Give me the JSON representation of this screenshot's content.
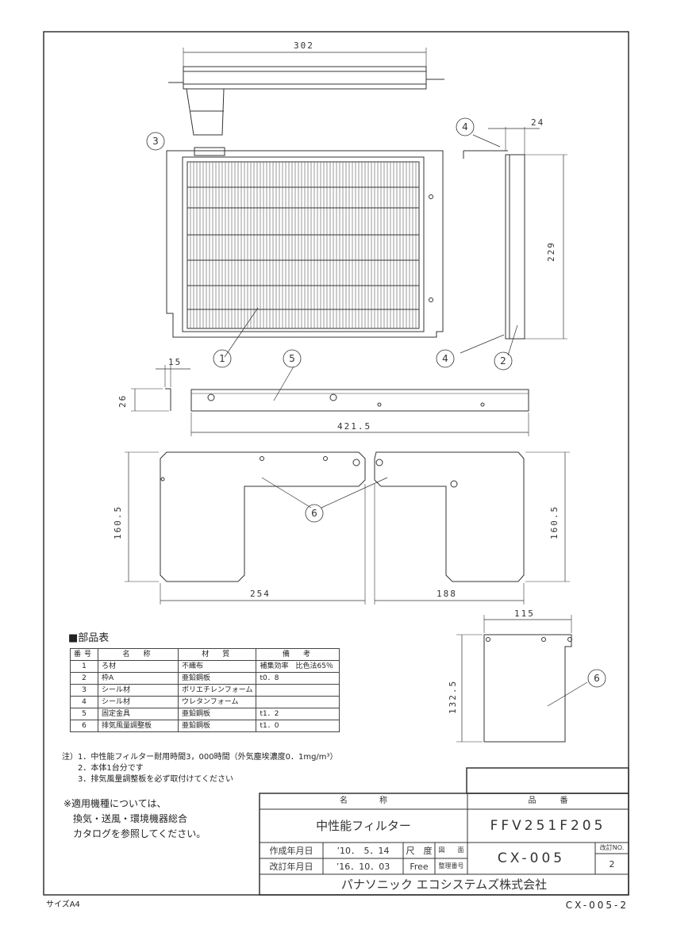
{
  "dimensions": {
    "top_width": "302",
    "side_depth": "24",
    "side_height": "229",
    "bracket_width": "15",
    "bracket_height": "26",
    "bar_length": "421.5",
    "left_plate_height": "160.5",
    "left_plate_width": "254",
    "right_plate_width": "188",
    "right_plate_height": "160.5",
    "small_plate_width": "115",
    "small_plate_height": "132.5"
  },
  "callouts": [
    "1",
    "2",
    "3",
    "4",
    "4",
    "5",
    "6",
    "6"
  ],
  "parts_table": {
    "title": "■部品表",
    "headers": [
      "番号",
      "名　称",
      "材　質",
      "備　考"
    ],
    "rows": [
      [
        "1",
        "ろ材",
        "不織布",
        "補集効率　比色法65％"
      ],
      [
        "2",
        "枠A",
        "亜鉛鋼板",
        "t0．8"
      ],
      [
        "3",
        "シール材",
        "ポリエチレンフォーム",
        ""
      ],
      [
        "4",
        "シール材",
        "ウレタンフォーム",
        ""
      ],
      [
        "5",
        "固定金具",
        "亜鉛鋼板",
        "t1．2"
      ],
      [
        "6",
        "排気風量調整板",
        "亜鉛鋼板",
        "t1．0"
      ]
    ]
  },
  "notes": [
    "注）1．中性能フィルター耐用時間3，000時間（外気塵埃濃度0．1mg/m³）",
    "　　2．本体1台分です",
    "　　3．排気風量調整板を必ず取付けてください"
  ],
  "applicable_models": [
    "※適用機種については、",
    "　換気・送風・環境機器総合",
    "　カタログを参照してください。"
  ],
  "title_block": {
    "name_label": "名　　　　称",
    "product_no_label": "品　　　番",
    "name": "中性能フィルター",
    "product_no": "FFV251F205",
    "created_label": "作成年月日",
    "created_date": "’10．　5．14",
    "revised_label": "改訂年月日",
    "revised_date": "’16．10．03",
    "scale_label": "尺　度",
    "scale": "Free",
    "drawing_no_label1": "図　　面",
    "drawing_no_label2": "整理番号",
    "drawing_no": "CX-005",
    "revision_label": "改訂NO.",
    "revision": "2",
    "company": "パナソニック エコシステムズ株式会社"
  },
  "paper_size": "サイズA4",
  "sheet_id": "CX-005-2"
}
